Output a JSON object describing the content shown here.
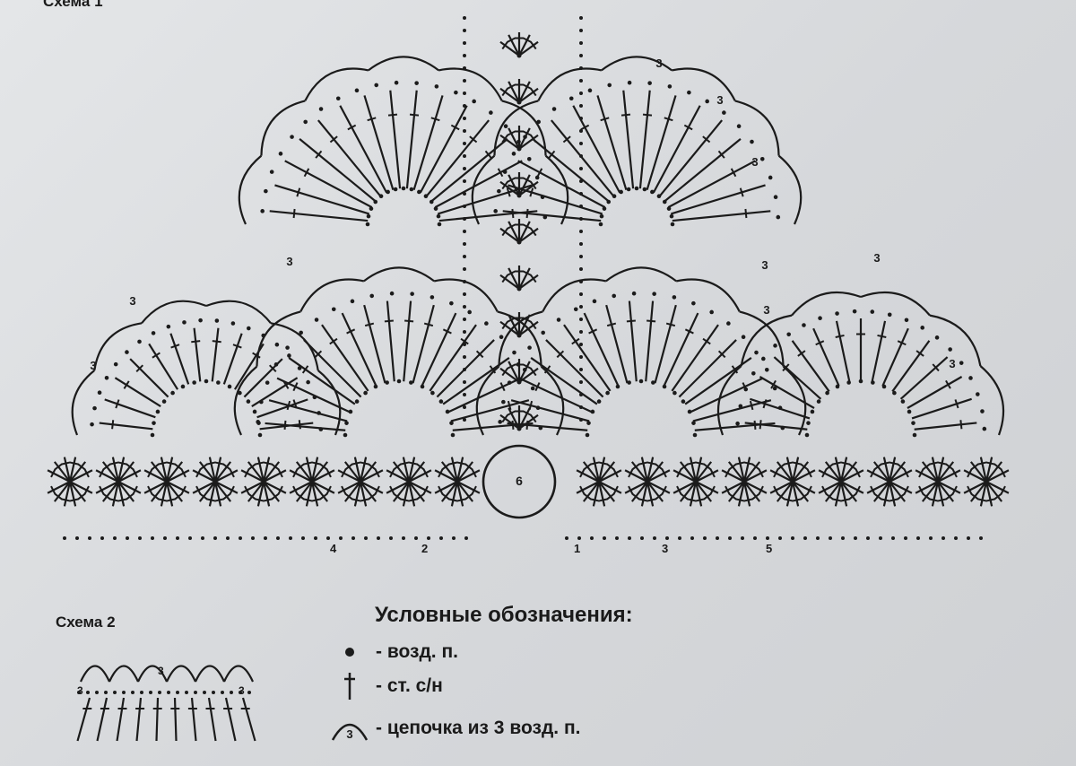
{
  "scheme1": {
    "title": "Схема 1",
    "center_ring_label": "6",
    "row_labels": [
      "4",
      "2",
      "1",
      "3",
      "5"
    ],
    "chain_label": "3"
  },
  "scheme2": {
    "title": "Схема 2",
    "chain_label": "3"
  },
  "legend": {
    "title": "Условные обозначения:",
    "items": [
      {
        "symbol": "chain-stitch-dot-icon",
        "text": "- возд. п."
      },
      {
        "symbol": "double-crochet-icon",
        "text": "- ст. с/н"
      },
      {
        "symbol": "chain-arch-icon",
        "symbol_label": "3",
        "text": "- цепочка из 3 возд. п."
      }
    ]
  },
  "colors": {
    "paper": "#dfe1e3",
    "ink": "#1b1b1b"
  }
}
